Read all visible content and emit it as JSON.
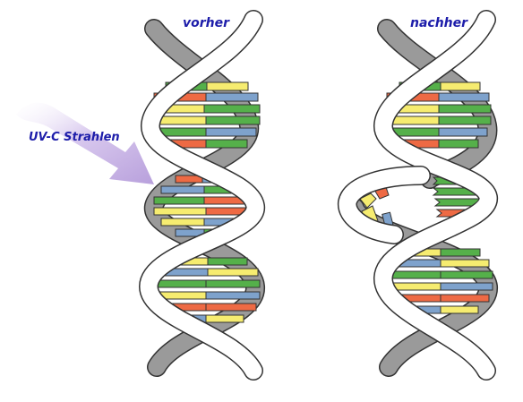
{
  "labels": {
    "before": "vorher",
    "after": "nachher",
    "radiation": "UV-C Strahlen"
  },
  "colors": {
    "label_text": "#1d1daa",
    "strand_front": "#ffffff",
    "strand_back": "#9a9a9a",
    "outline": "#333333",
    "base_yellow": "#f6ec70",
    "base_green": "#55b04a",
    "base_red": "#ee6a44",
    "base_blue": "#7ea2cc",
    "arrow": "#c8b4e2"
  }
}
